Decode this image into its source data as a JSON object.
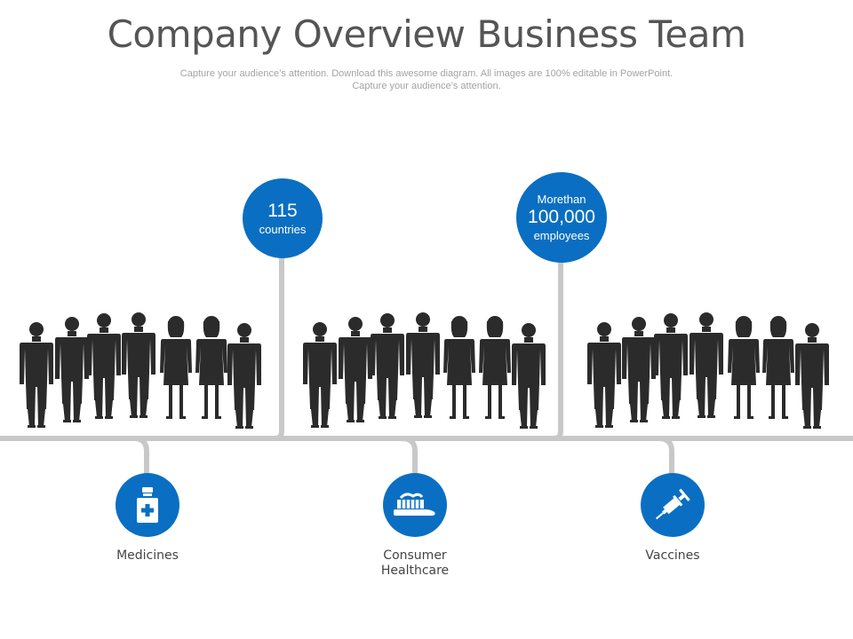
{
  "title": "Company Overview Business Team",
  "subtitle": [
    "Capture your audience’s attention. Download this awesome diagram. All images are 100% editable in PowerPoint.",
    "Capture your audience’s attention."
  ],
  "colors": {
    "accent": "#0a6fc2",
    "connector": "#c8c8c8",
    "silhouette": "#2b2b2b",
    "title": "#555555"
  },
  "badges": [
    {
      "value": "115",
      "caption": "countries"
    },
    {
      "prefix": "Morethan",
      "value": "100,000",
      "caption": "employees"
    }
  ],
  "categories": [
    {
      "icon": "medicine-bottle-icon",
      "label": [
        "Medicines"
      ]
    },
    {
      "icon": "toothbrush-icon",
      "label": [
        "Consumer",
        "Healthcare"
      ]
    },
    {
      "icon": "syringe-icon",
      "label": [
        "Vaccines"
      ]
    }
  ],
  "team_groups": [
    "businesspeople-silhouette-group",
    "businesspeople-silhouette-group",
    "businesspeople-silhouette-group"
  ]
}
